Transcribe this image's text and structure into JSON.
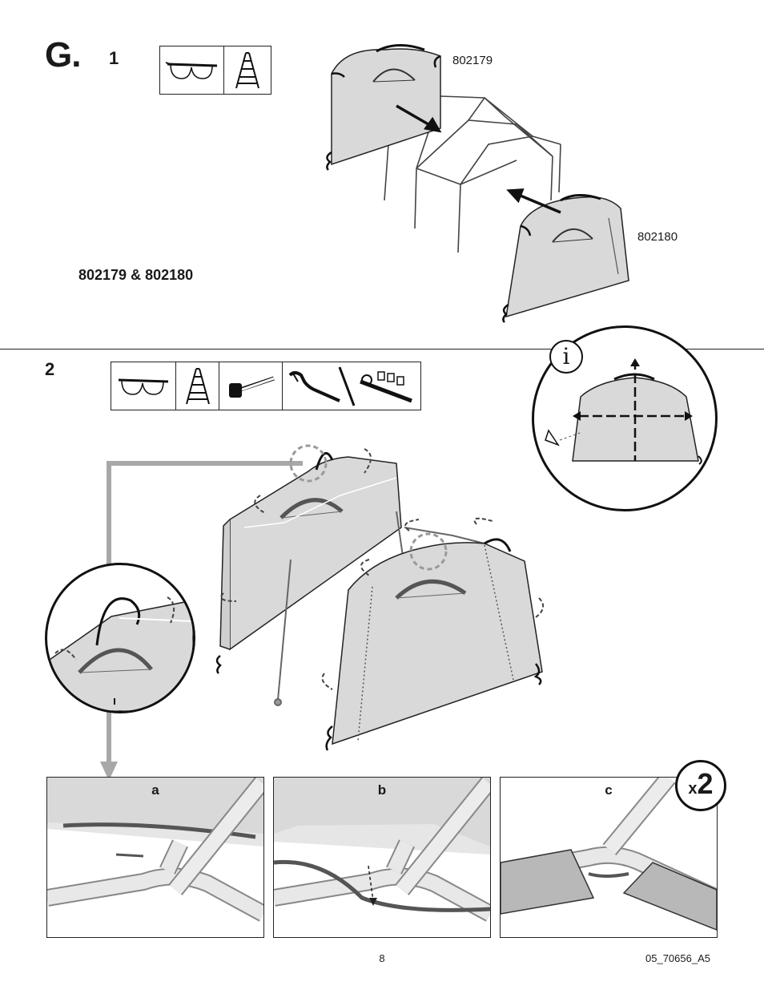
{
  "section": {
    "letter": "G."
  },
  "step1": {
    "number": "1",
    "tools": [
      "safety-glasses-icon",
      "step-ladder-icon"
    ],
    "part_front": "802179",
    "part_rear": "802180",
    "parts_combo": "802179 & 802180"
  },
  "step2": {
    "number": "2",
    "tools": [
      "safety-glasses-icon",
      "step-ladder-icon",
      "rubber-mallet-icon",
      "adjustable-wrench-icon",
      "socket-wrench-icon"
    ],
    "info_symbol": "i",
    "panels": [
      {
        "label": "a"
      },
      {
        "label": "b"
      },
      {
        "label": "c"
      }
    ],
    "multiplier": {
      "prefix": "x",
      "count": "2"
    }
  },
  "footer": {
    "page_number": "8",
    "doc_code": "05_70656_A5"
  },
  "colors": {
    "cover": "#d9d9d9",
    "callout_arrow": "#a8a8a8",
    "ink": "#1a1a1a",
    "bungee": "#555555"
  }
}
